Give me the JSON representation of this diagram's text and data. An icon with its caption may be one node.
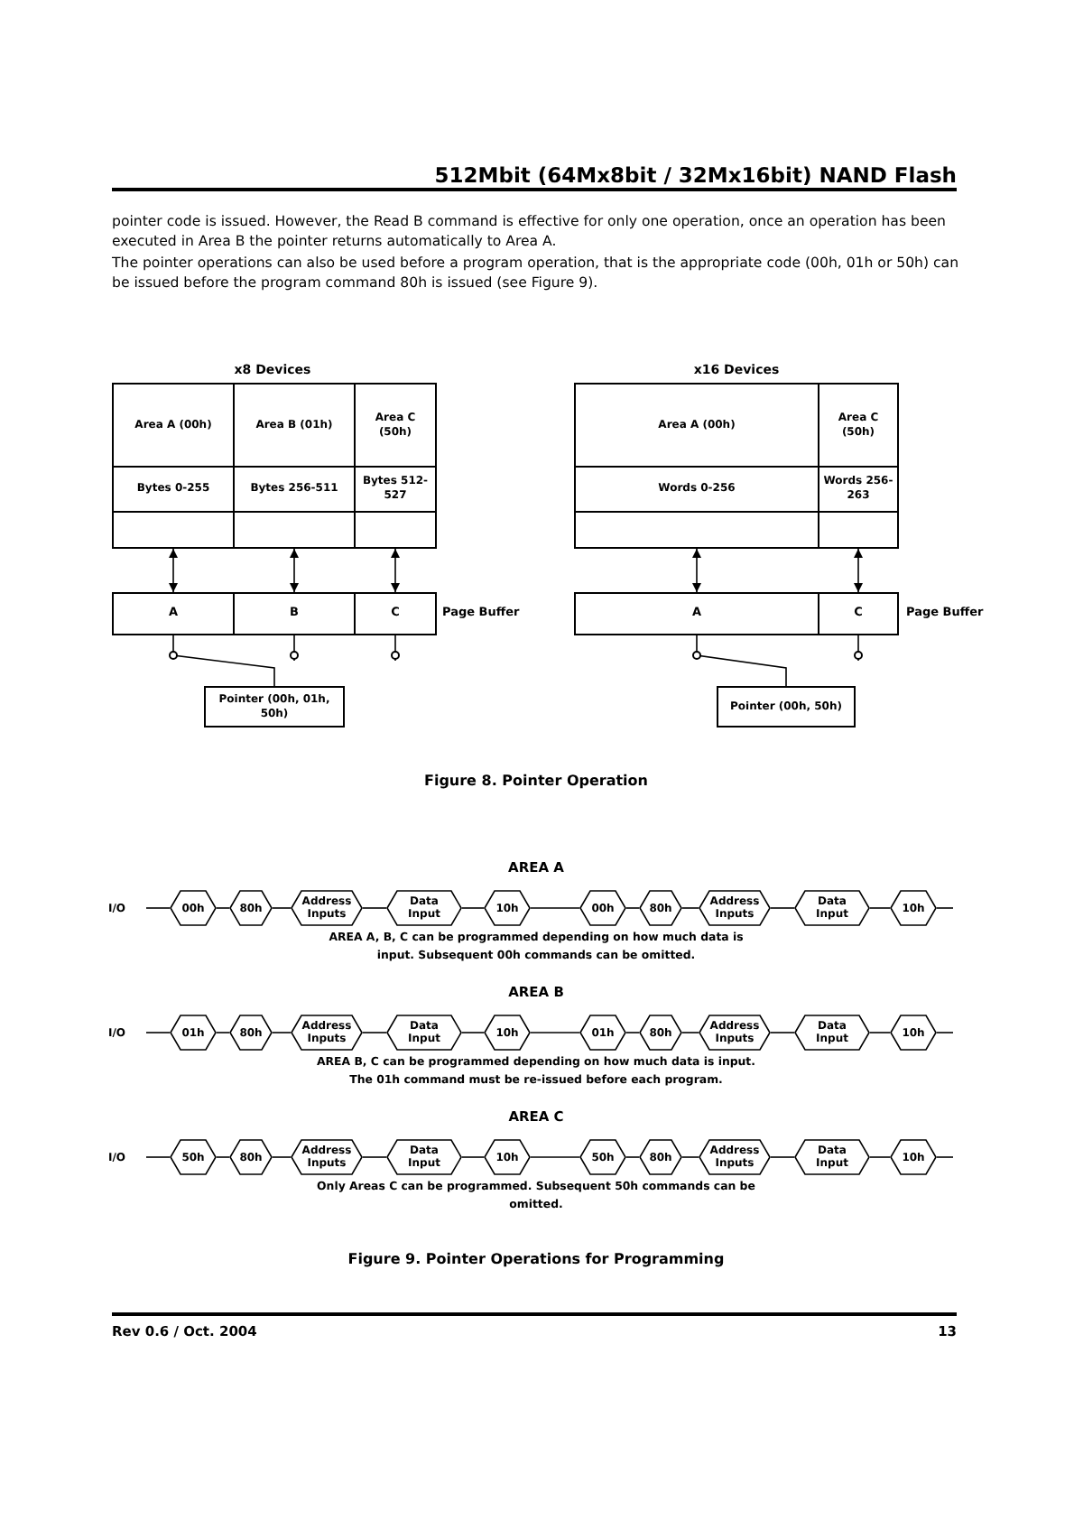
{
  "diagram": {
    "nodes": [
      {
        "text": [
          "Area A (00h)",
          "Bytes 0-255"
        ]
      },
      {
        "text": [
          "Area B (01h)",
          "Bytes 256-511"
        ]
      },
      {
        "text": [
          "Area C (50h)",
          "Bytes 512-527"
        ]
      },
      {
        "text": [
          "A"
        ]
      },
      {
        "text": [
          "B"
        ]
      },
      {
        "text": [
          "C"
        ]
      },
      {
        "text": [
          "Pointer (00h, 01h, 50h)"
        ]
      },
      {
        "text": [
          "Area A (00h)",
          "Words 0-256"
        ]
      },
      {
        "text": [
          "Area C (50h)",
          "Words 256-263"
        ]
      },
      {
        "text": [
          "A"
        ]
      },
      {
        "text": [
          "C"
        ]
      },
      {
        "text": [
          "Pointer (00h, 50h)"
        ]
      },
      {
        "text": [
          "I/O"
        ]
      },
      {
        "text": [
          "00h"
        ]
      },
      {
        "text": [
          "80h"
        ]
      },
      {
        "text": [
          "Address Inputs"
        ]
      },
      {
        "text": [
          "Data Input"
        ]
      },
      {
        "text": [
          "10h"
        ]
      },
      {
        "text": [
          "00h"
        ]
      },
      {
        "text": [
          "80h"
        ]
      },
      {
        "text": [
          "Address Inputs"
        ]
      },
      {
        "text": [
          "Data Input"
        ]
      },
      {
        "text": [
          "10h"
        ]
      },
      {
        "text": [
          "I/O"
        ]
      },
      {
        "text": [
          "01h"
        ]
      },
      {
        "text": [
          "80h"
        ]
      },
      {
        "text": [
          "Address Inputs"
        ]
      },
      {
        "text": [
          "Data Input"
        ]
      },
      {
        "text": [
          "10h"
        ]
      },
      {
        "text": [
          "01h"
        ]
      },
      {
        "text": [
          "80h"
        ]
      },
      {
        "text": [
          "Address Inputs"
        ]
      },
      {
        "text": [
          "Data Input"
        ]
      },
      {
        "text": [
          "10h"
        ]
      },
      {
        "text": [
          "I/O"
        ]
      },
      {
        "text": [
          "50h"
        ]
      },
      {
        "text": [
          "80h"
        ]
      },
      {
        "text": [
          "Address Inputs"
        ]
      },
      {
        "text": [
          "Data Input"
        ]
      },
      {
        "text": [
          "10h"
        ]
      },
      {
        "text": [
          "50h"
        ]
      },
      {
        "text": [
          "80h"
        ]
      },
      {
        "text": [
          "Address Inputs"
        ]
      },
      {
        "text": [
          "Data Input"
        ]
      },
      {
        "text": [
          "10h"
        ]
      }
    ],
    "edges": [
      {
        "from": 0,
        "to": 3,
        "arrow": "both"
      },
      {
        "from": 1,
        "to": 4,
        "arrow": "both"
      },
      {
        "from": 2,
        "to": 5,
        "arrow": "both"
      },
      {
        "from": 3,
        "to": 6,
        "arrow": "other"
      },
      {
        "from": 4,
        "to": null,
        "arrow": "other"
      },
      {
        "from": 5,
        "to": null,
        "arrow": "other"
      },
      {
        "from": 7,
        "to": 9,
        "arrow": "both"
      },
      {
        "from": 8,
        "to": 10,
        "arrow": "both"
      },
      {
        "from": 9,
        "to": 11,
        "arrow": "other"
      },
      {
        "from": 10,
        "to": null,
        "arrow": "other"
      },
      {
        "from": 12,
        "to": 13,
        "arrow": "none"
      },
      {
        "from": 13,
        "to": 14,
        "arrow": "none"
      },
      {
        "from": 14,
        "to": 15,
        "arrow": "none"
      },
      {
        "from": 15,
        "to": 16,
        "arrow": "none"
      },
      {
        "from": 16,
        "to": 17,
        "arrow": "none"
      },
      {
        "from": 17,
        "to": 18,
        "arrow": "none"
      },
      {
        "from": 18,
        "to": 19,
        "arrow": "none"
      },
      {
        "from": 19,
        "to": 20,
        "arrow": "none"
      },
      {
        "from": 20,
        "to": 21,
        "arrow": "none"
      },
      {
        "from": 21,
        "to": 22,
        "arrow": "none"
      },
      {
        "from": 22,
        "to": null,
        "arrow": "none"
      },
      {
        "from": 23,
        "to": 24,
        "arrow": "none"
      },
      {
        "from": 24,
        "to": 25,
        "arrow": "none"
      },
      {
        "from": 25,
        "to": 26,
        "arrow": "none"
      },
      {
        "from": 26,
        "to": 27,
        "arrow": "none"
      },
      {
        "from": 27,
        "to": 28,
        "arrow": "none"
      },
      {
        "from": 28,
        "to": 29,
        "arrow": "none"
      },
      {
        "from": 29,
        "to": 30,
        "arrow": "none"
      },
      {
        "from": 30,
        "to": 31,
        "arrow": "none"
      },
      {
        "from": 31,
        "to": 32,
        "arrow": "none"
      },
      {
        "from": 32,
        "to": 33,
        "arrow": "none"
      },
      {
        "from": 33,
        "to": null,
        "arrow": "none"
      },
      {
        "from": 34,
        "to": 35,
        "arrow": "none"
      },
      {
        "from": 35,
        "to": 36,
        "arrow": "none"
      },
      {
        "from": 36,
        "to": 37,
        "arrow": "none"
      },
      {
        "from": 37,
        "to": 38,
        "arrow": "none"
      },
      {
        "from": 38,
        "to": 39,
        "arrow": "none"
      },
      {
        "from": 39,
        "to": 40,
        "arrow": "none"
      },
      {
        "from": 40,
        "to": 41,
        "arrow": "none"
      },
      {
        "from": 41,
        "to": 42,
        "arrow": "none"
      },
      {
        "from": 42,
        "to": 43,
        "arrow": "none"
      },
      {
        "from": 43,
        "to": 44,
        "arrow": "none"
      },
      {
        "from": 44,
        "to": null,
        "arrow": "none"
      }
    ],
    "labels": [
      "512Mbit (64Mx8bit / 32Mx16bit) NAND Flash",
      "pointer code is issued. However, the Read B command is effective for only one operation, once an operation has been executed in Area B the pointer returns automatically to Area A.",
      "The pointer operations can also be used before a program operation, that is the appropriate code (00h, 01h or 50h) can be issued before the program command 80h is issued (see Figure 9).",
      "x8 Devices",
      "Page Buffer",
      "x16 Devices",
      "Page Buffer",
      "Figure 8. Pointer Operation",
      "AREA A",
      "AREA A, B, C can be programmed depending on how much data is input. Subsequent 00h commands can be omitted.",
      "AREA B",
      "AREA B, C can be programmed depending on how much data is input. The 01h command must be re-issued before each program.",
      "AREA C",
      "Only Areas C can be programmed. Subsequent 50h commands can be omitted.",
      "Figure 9. Pointer Operations for Programming",
      "Rev 0.6 / Oct. 2004",
      "13"
    ]
  }
}
